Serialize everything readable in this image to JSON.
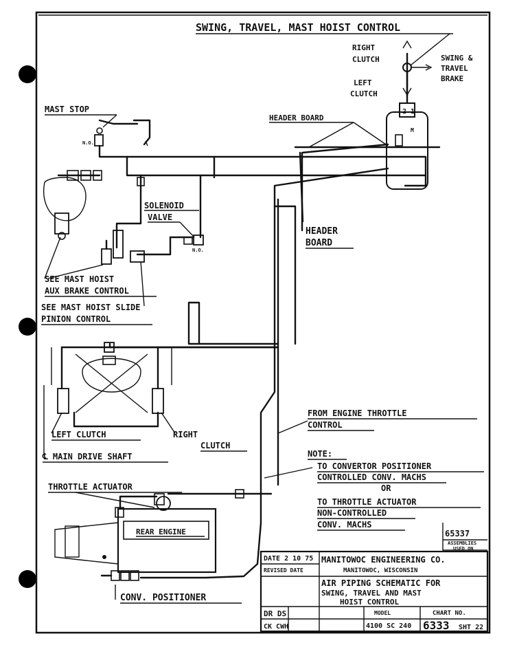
{
  "title": "SWING, TRAVEL, MAST HOIST CONTROL",
  "labels": {
    "right_clutch_top": [
      "RIGHT",
      "CLUTCH"
    ],
    "swing_travel_brake": [
      "SWING &",
      "TRAVEL",
      "BRAKE"
    ],
    "left_clutch_top": [
      "LEFT",
      "CLUTCH"
    ],
    "mast_stop": "MAST STOP",
    "header_board_top": "HEADER BOARD",
    "no_left": "N.O.",
    "solenoid_valve": [
      "SOLENOID",
      "VALVE"
    ],
    "no_right": "N.O.",
    "header_board_mid": [
      "HEADER",
      "BOARD"
    ],
    "see_mast_hoist_aux": [
      "SEE MAST HOIST",
      "AUX BRAKE CONTROL"
    ],
    "see_mast_hoist_slide": [
      "SEE MAST HOIST SLIDE",
      "PINION CONTROL"
    ],
    "left_clutch_bottom": "LEFT CLUTCH",
    "right_clutch_bottom": [
      "RIGHT",
      "CLUTCH"
    ],
    "main_drive_shaft": "℄ MAIN DRIVE SHAFT",
    "from_engine_throttle": [
      "FROM ENGINE THROTTLE",
      "CONTROL"
    ],
    "note_label": "NOTE:",
    "note_lines": [
      "TO CONVERTOR POSITIONER",
      "CONTROLLED CONV. MACHS",
      "OR",
      "TO THROTTLE ACTUATOR",
      "NON-CONTROLLED",
      "CONV. MACHS"
    ],
    "throttle_actuator": "THROTTLE ACTUATOR",
    "rear_engine": "REAR ENGINE",
    "conv_positioner": "CONV. POSITIONER"
  },
  "assemblies": {
    "number": "65337",
    "caption": [
      "ASSEMBLIES",
      "USED ON"
    ]
  },
  "title_block": {
    "date": "DATE 2 10 75",
    "revised": "REVISED DATE",
    "company": "MANITOWOC ENGINEERING CO.",
    "city": "MANITOWOC, WISCONSIN",
    "title_line1": "AIR PIPING SCHEMATIC FOR",
    "title_line2": "SWING, TRAVEL AND MAST",
    "title_line3": "HOIST CONTROL",
    "drawn_by": "DR DS",
    "checked_by": "CK CWH",
    "model_label": "MODEL",
    "model_value": "4100 SC 240",
    "chart_label": "CHART NO.",
    "chart_value": "6333",
    "sheet": "SHT 22"
  },
  "colors": {
    "ink": "#111111",
    "paper": "#ffffff",
    "binder_hole": "#000000"
  }
}
